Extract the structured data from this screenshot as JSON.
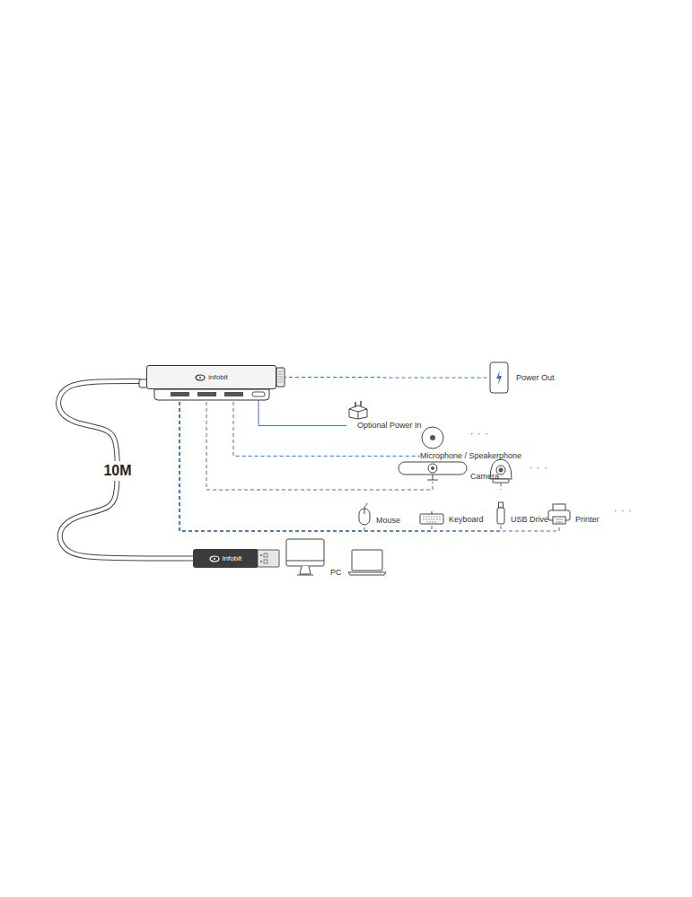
{
  "diagram": {
    "nodes": [
      {
        "text": [
          "infobit"
        ]
      },
      {
        "text": [
          "Power Out"
        ]
      },
      {
        "text": [
          "Optional Power In"
        ]
      },
      {
        "text": [
          "Microphone / Speakerphone"
        ]
      },
      {
        "text": [
          "Camera"
        ]
      },
      {
        "text": [
          "Mouse"
        ]
      },
      {
        "text": [
          "Keyboard"
        ]
      },
      {
        "text": [
          "USB Drive"
        ]
      },
      {
        "text": [
          "Printer"
        ]
      },
      {
        "text": [
          "infobit"
        ]
      },
      {
        "text": [
          "PC"
        ]
      }
    ],
    "edges": [
      {
        "from": 0,
        "to": 1,
        "arrow": "none"
      },
      {
        "from": 0,
        "to": 2,
        "arrow": "none"
      },
      {
        "from": 0,
        "to": 3,
        "arrow": "none"
      },
      {
        "from": 0,
        "to": 4,
        "arrow": "none"
      },
      {
        "from": 0,
        "to": 5,
        "arrow": "none"
      },
      {
        "from": 0,
        "to": 6,
        "arrow": "none"
      },
      {
        "from": 0,
        "to": 7,
        "arrow": "none"
      },
      {
        "from": 0,
        "to": 8,
        "arrow": "none"
      },
      {
        "from": 0,
        "to": 9,
        "label": "10M",
        "arrow": "none"
      }
    ],
    "labels": [
      "· · ·",
      "· · ·",
      "· · ·"
    ]
  }
}
